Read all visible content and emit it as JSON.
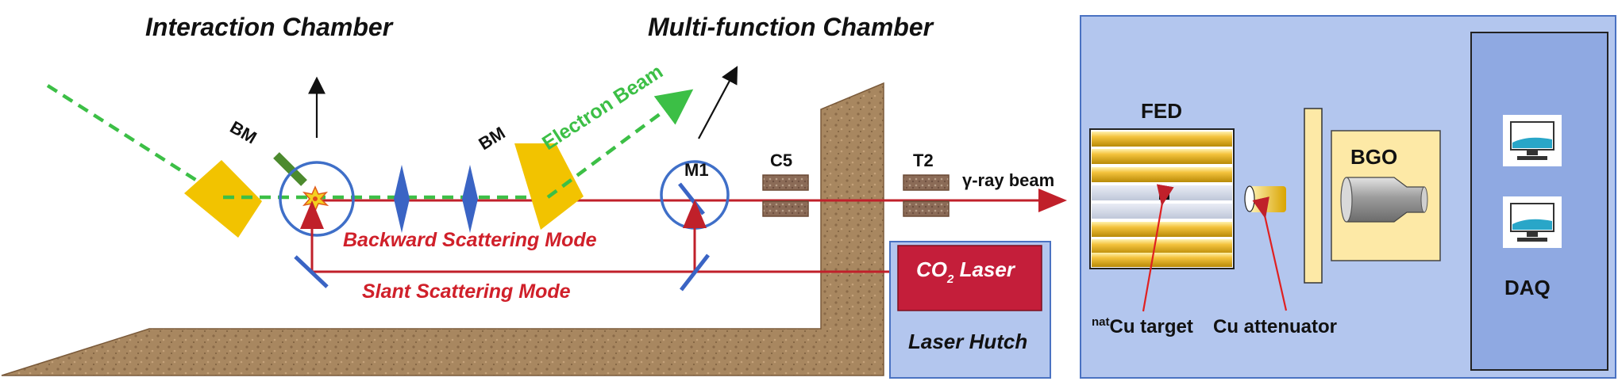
{
  "titles": {
    "interaction_chamber": "Interaction Chamber",
    "multifunction_chamber": "Multi-function Chamber"
  },
  "labels": {
    "bm_left": "BM",
    "bm_right": "BM",
    "electron_beam": "Electron Beam",
    "m1": "M1",
    "c5": "C5",
    "t2": "T2",
    "gamma_beam": "γ-ray beam",
    "backward_mode": "Backward Scattering Mode",
    "slant_mode": "Slant Scattering Mode",
    "co2_prefix": "CO",
    "co2_sub": "2",
    "co2_suffix": " Laser",
    "laser_hutch": "Laser Hutch",
    "fed": "FED",
    "bgo": "BGO",
    "daq": "DAQ",
    "target_sup": "nat",
    "target_text": "Cu target",
    "attenuator": "Cu attenuator"
  },
  "colors": {
    "electron_beam": "#3cbf46",
    "laser_beam": "#c0202a",
    "magnet": "#f2c300",
    "chamber_ring": "#3f6fc8",
    "lens": "#3a64c4",
    "ground": "#a88760",
    "panel_bg": "#b3c6ee",
    "daq_box": "#8fa9e2",
    "laser_box": "#c41e3a",
    "bgo_box": "#fde9a6",
    "collimator": "#8b6b57"
  },
  "icons": [
    "arrow-up-icon",
    "interaction-spark-icon",
    "monitor-icon"
  ]
}
